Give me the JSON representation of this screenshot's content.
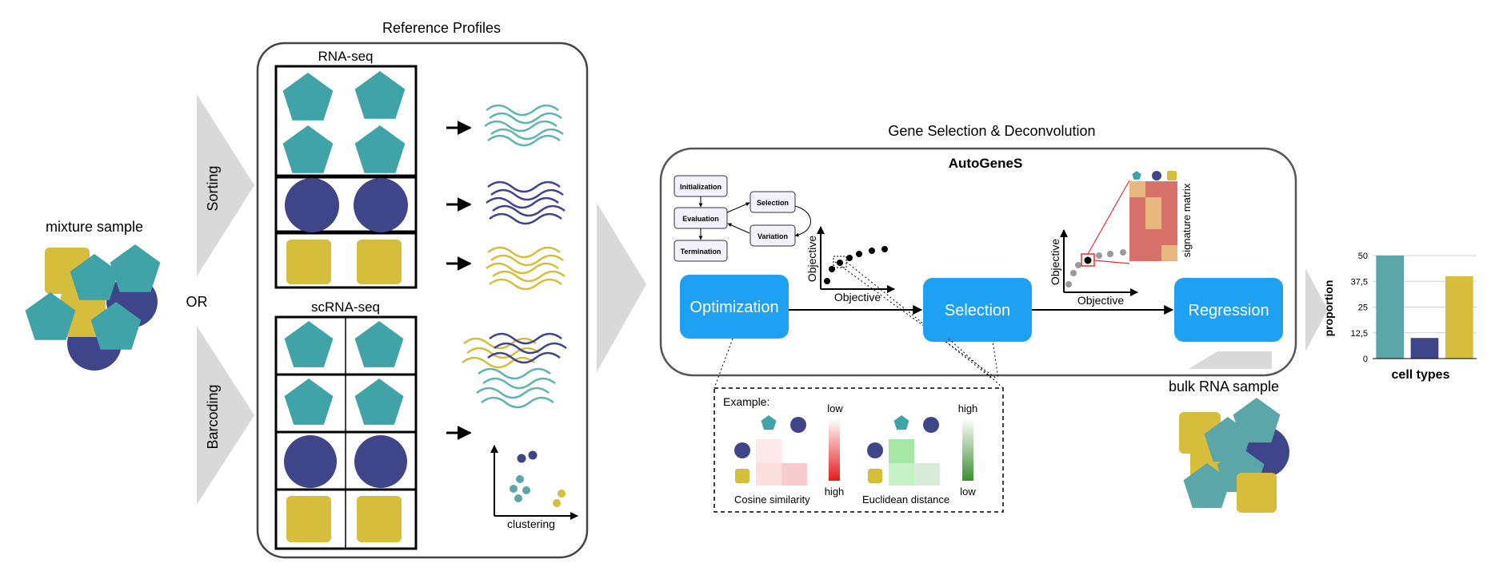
{
  "colors": {
    "teal": "#3fa3a8",
    "navy": "#3f4589",
    "mustard": "#d6bd3c",
    "blue_box": "#1ea1f2",
    "gray_arrow": "#d9d9d9",
    "heat_red": "#d6726a",
    "heat_peach": "#e8b77f"
  },
  "mixture": {
    "label": "mixture sample",
    "or_label": "OR"
  },
  "sorting_label": "Sorting",
  "barcoding_label": "Barcoding",
  "reference": {
    "title": "Reference Profiles",
    "rnaseq_label": "RNA-seq",
    "scrnaseq_label": "scRNA-seq",
    "clustering_label": "clustering"
  },
  "gene_selection": {
    "title": "Gene Selection & Deconvolution",
    "autogenes_label": "AutoGeneS",
    "flow": {
      "initialization": "Initialization",
      "evaluation": "Evaluation",
      "termination": "Termination",
      "selection": "Selection",
      "variation": "Variation"
    },
    "boxes": {
      "optimization": "Optimization",
      "selection": "Selection",
      "regression": "Regression"
    },
    "pareto_axis_y": "Objective",
    "pareto_axis_x": "Objective",
    "selection_axis_y": "Objective",
    "selection_axis_x": "Objective",
    "signature_label": "signature matrix"
  },
  "example": {
    "title": "Example:",
    "cosine_label": "Cosine similarity",
    "euclidean_label": "Euclidean distance",
    "cosine_low": "low",
    "cosine_high": "high",
    "euclid_high": "high",
    "euclid_low": "low"
  },
  "bulk": {
    "label": "bulk RNA sample"
  },
  "chart_data": {
    "type": "bar",
    "categories": [
      "teal",
      "navy",
      "mustard"
    ],
    "values": [
      50,
      10,
      40
    ],
    "colors": [
      "#5aa6a9",
      "#3f4589",
      "#d6bd3c"
    ],
    "ylabel": "proportion",
    "xlabel": "cell types",
    "ylim": [
      0,
      50
    ],
    "yticks": [
      "0",
      "12,5",
      "25",
      "37,5",
      "50"
    ],
    "grid": true
  }
}
